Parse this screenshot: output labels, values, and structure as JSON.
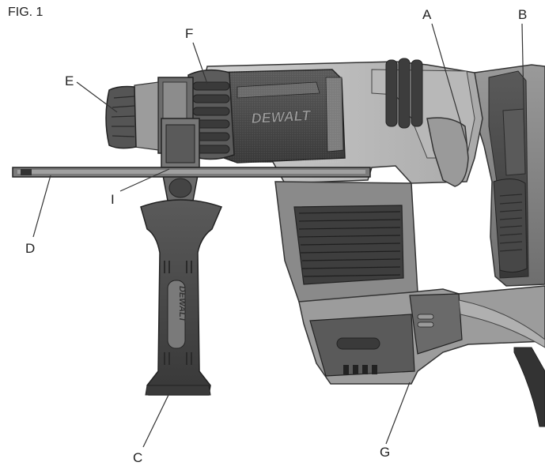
{
  "figure": {
    "label": "FIG. 1",
    "brand_mark": "DEWALT",
    "callouts": {
      "a": "A",
      "b": "B",
      "c": "C",
      "d": "D",
      "e": "E",
      "f": "F",
      "g": "G",
      "i": "I"
    }
  },
  "colors": {
    "body_dark": "#4a4a4a",
    "body_mid": "#8a8a8a",
    "body_light": "#c8c8c8",
    "rubber": "#3a3a3a",
    "ink": "#222222"
  }
}
